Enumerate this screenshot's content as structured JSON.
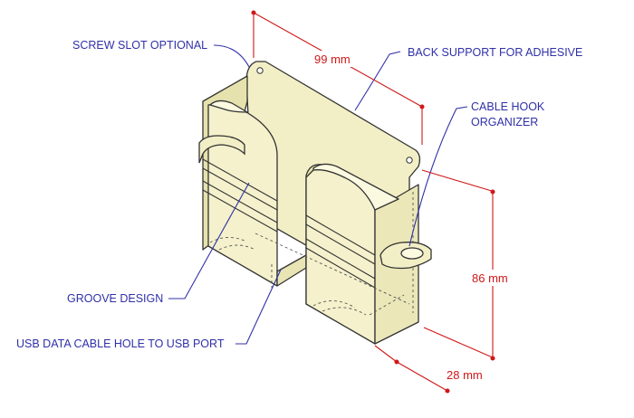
{
  "callouts": {
    "screw_slot": "SCREW SLOT OPTIONAL",
    "back_support": "BACK SUPPORT FOR ADHESIVE",
    "cable_hook_line1": "CABLE HOOK",
    "cable_hook_line2": "ORGANIZER",
    "groove": "GROOVE DESIGN",
    "usb_hole": "USB DATA CABLE HOLE TO USB PORT"
  },
  "dimensions": {
    "width": "99 mm",
    "height": "86 mm",
    "depth": "28 mm"
  },
  "colors": {
    "body_fill": "#f2efc6",
    "body_side": "#e6e2ae",
    "outline": "#333333",
    "leader": "#3030a8",
    "dimension": "#d01818"
  }
}
